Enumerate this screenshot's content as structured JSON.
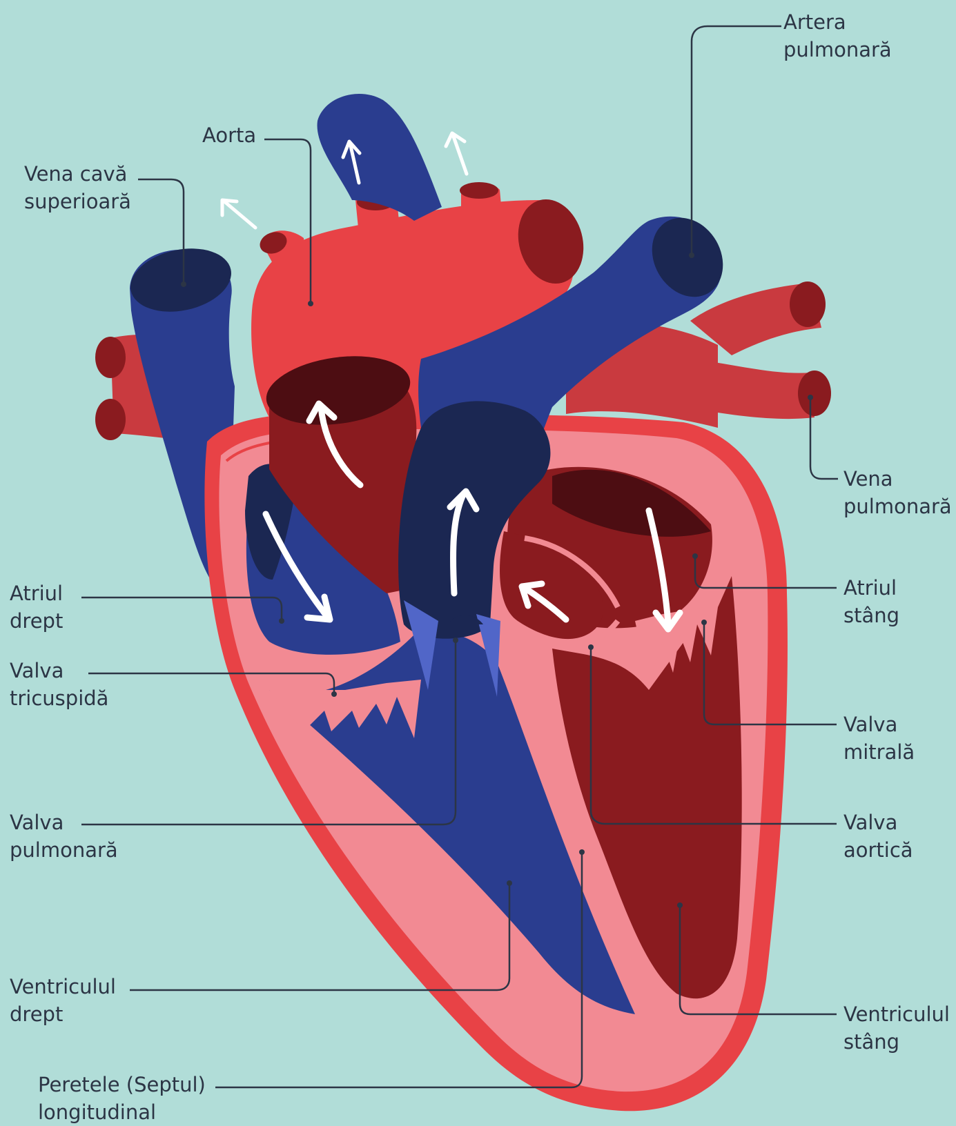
{
  "labels": {
    "artera_pulmonara": [
      "Artera",
      "pulmonară"
    ],
    "aorta": [
      "Aorta"
    ],
    "vena_cava_superioara": [
      "Vena cavă",
      "superioară"
    ],
    "vena_pulmonara": [
      "Vena",
      "pulmonară"
    ],
    "atriul_drept": [
      "Atriul",
      "drept"
    ],
    "atriul_stang": [
      "Atriul",
      "stâng"
    ],
    "valva_tricuspida": [
      "Valva",
      "tricuspidă"
    ],
    "valva_mitrala": [
      "Valva",
      "mitrală"
    ],
    "valva_pulmonara": [
      "Valva",
      "pulmonară"
    ],
    "valva_aortica": [
      "Valva",
      "aortică"
    ],
    "ventriculul_drept": [
      "Ventriculul",
      "drept"
    ],
    "ventriculul_stang": [
      "Ventriculul",
      "stâng"
    ],
    "peretele_septul": [
      "Peretele (Septul)",
      "longitudinal"
    ]
  },
  "colors": {
    "background": "#b1ddd8",
    "oxygenated_red": "#e84246",
    "dark_red": "#8a1b1f",
    "venous_blue": "#2a3d8f",
    "navy": "#1b2752",
    "wall_pink": "#f28a93",
    "leader_line": "#2c3545",
    "arrow": "#ffffff"
  }
}
